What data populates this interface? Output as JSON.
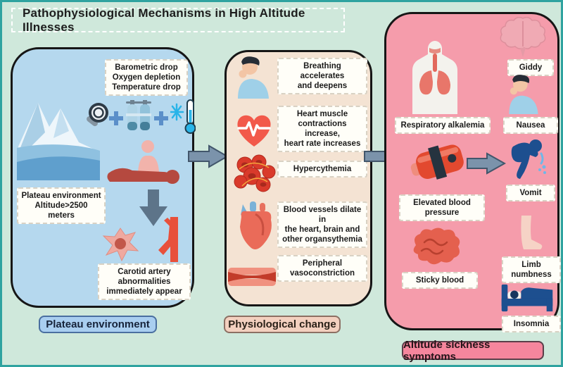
{
  "title": "Pathophysiological Mechanisms in High Altitude Illnesses",
  "plateau": {
    "label": "Plateau environment",
    "causes_box": "Barometric drop\nOxygen depletion\nTemperature drop",
    "altitude_box": "Plateau environment\nAltitude>2500 meters",
    "carotid_box": "Carotid artery\nabnormalities\nimmediately appear",
    "icons": [
      "mountain-icon",
      "pressure-gauge-icon",
      "plus-icon",
      "oxygen-tanks-icon",
      "plus-icon",
      "cold-thermometer-icon",
      "cpr-person-icon",
      "down-arrow-icon",
      "cell-icon",
      "artery-icon"
    ]
  },
  "physiological": {
    "label": "Physiological change",
    "items": [
      {
        "icon": "coughing-person-icon",
        "text": "Breathing accelerates\nand deepens"
      },
      {
        "icon": "heartbeat-icon",
        "text": "Heart muscle\ncontractions increase,\nheart rate increases"
      },
      {
        "icon": "red-blood-cells-icon",
        "text": "Hypercythemia"
      },
      {
        "icon": "anatomical-heart-icon",
        "text": "Blood vessels dilate in\nthe heart, brain and\nother organsythemia"
      },
      {
        "icon": "blood-vessel-icon",
        "text": "Peripheral\nvasoconstriction"
      }
    ]
  },
  "symptoms": {
    "label": "Altitude sickness symptoms",
    "mechanisms": [
      {
        "icon": "respiratory-system-icon",
        "text": "Respiratory alkalemia"
      },
      {
        "icon": "blood-pressure-monitor-icon",
        "text": "Elevated blood\npressure"
      },
      {
        "icon": "blood-clot-icon",
        "text": "Sticky blood"
      }
    ],
    "list": [
      {
        "icon": "brain-icon",
        "text": "Giddy"
      },
      {
        "icon": "nausea-person-icon",
        "text": "Nausea"
      },
      {
        "icon": "vomiting-person-icon",
        "text": "Vomit"
      },
      {
        "icon": "numb-leg-icon",
        "text": "Limb\nnumbness"
      },
      {
        "icon": "bed-icon",
        "text": "Insomnia"
      }
    ]
  },
  "colors": {
    "background": "#cfe8db",
    "frame_border": "#2fa3a0",
    "plateau_panel": "#b5d8ee",
    "physiological_panel": "#f4e3d3",
    "symptoms_panel": "#f59cab",
    "arrow": "#7b93ab"
  }
}
